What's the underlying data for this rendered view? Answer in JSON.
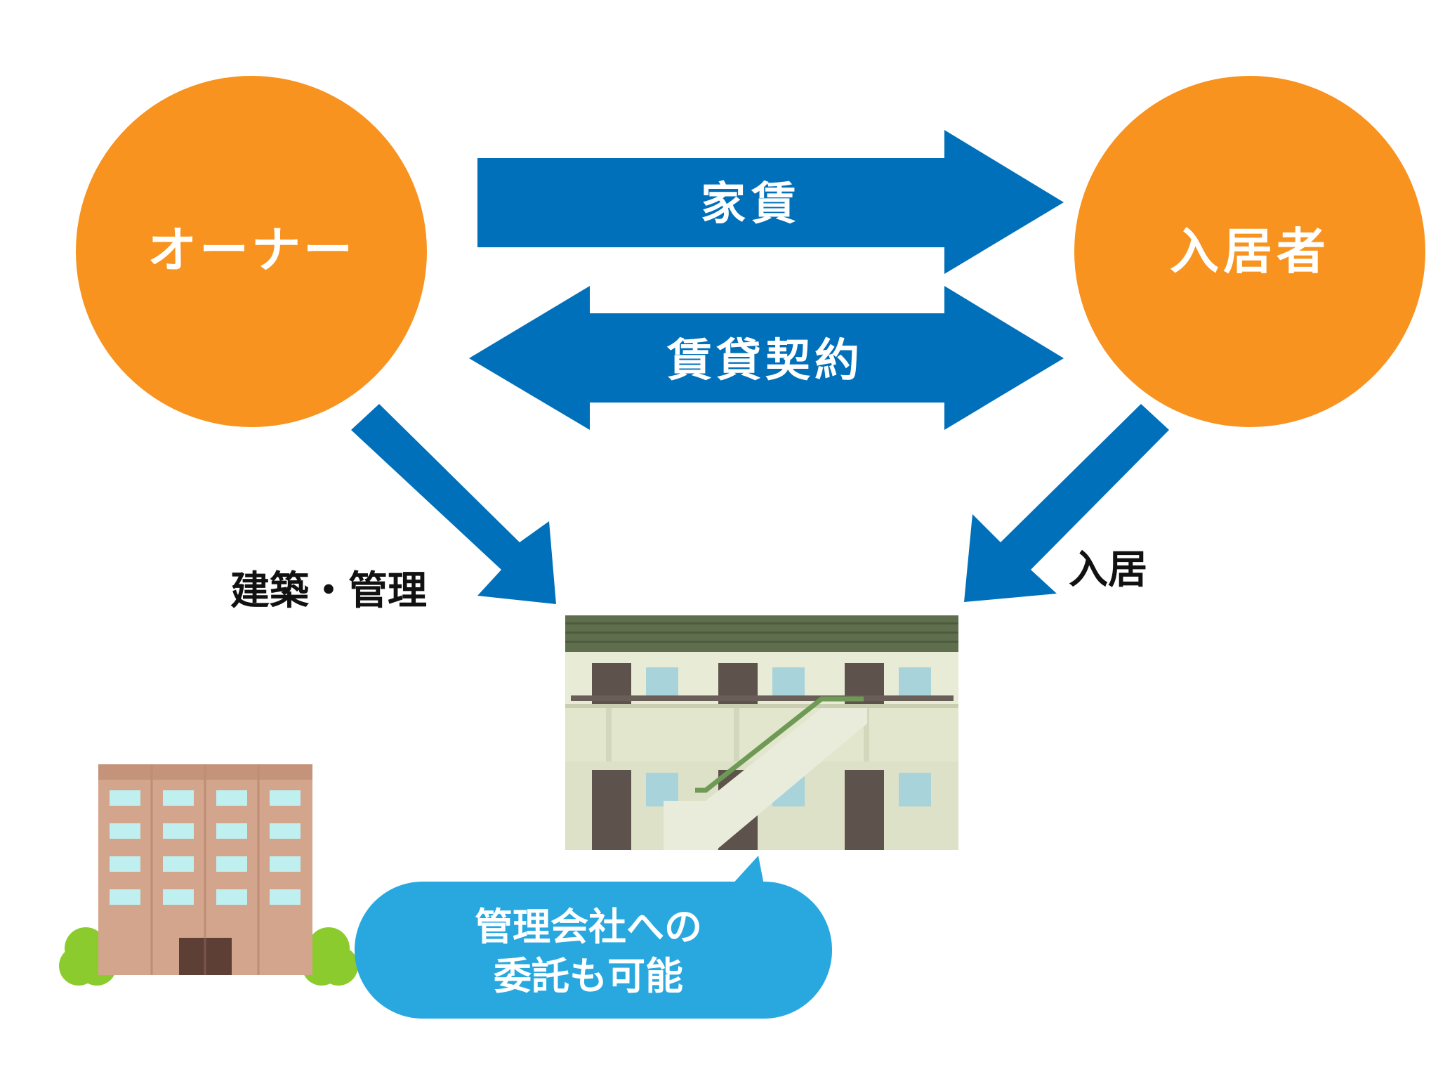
{
  "nodes": {
    "owner": {
      "label": "オーナー"
    },
    "tenant": {
      "label": "入居者"
    }
  },
  "arrows": {
    "rent": {
      "label": "家賃"
    },
    "lease": {
      "label": "賃貸契約"
    },
    "build_manage": {
      "label": "建築・管理"
    },
    "move_in": {
      "label": "入居"
    }
  },
  "callout": {
    "line1": "管理会社への",
    "line2": "委託も可能"
  },
  "colors": {
    "node_fill": "#F7931E",
    "arrow_fill": "#0070BA",
    "callout_fill": "#29A8E0",
    "label_dark": "#111111",
    "label_light": "#FFFFFF"
  }
}
